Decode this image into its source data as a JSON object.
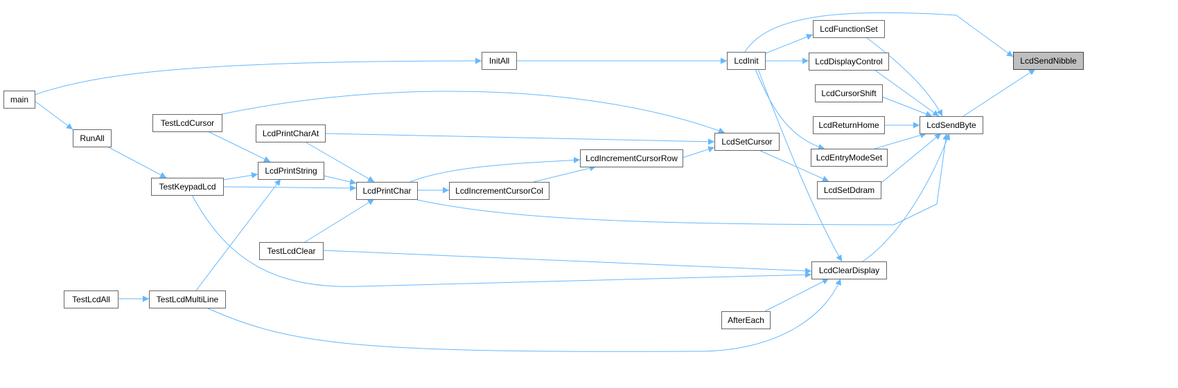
{
  "graph": {
    "root": "LcdSendNibble",
    "nodes": [
      {
        "id": "main",
        "label": "main"
      },
      {
        "id": "RunAll",
        "label": "RunAll"
      },
      {
        "id": "InitAll",
        "label": "InitAll"
      },
      {
        "id": "TestLcdCursor",
        "label": "TestLcdCursor"
      },
      {
        "id": "TestKeypadLcd",
        "label": "TestKeypadLcd"
      },
      {
        "id": "TestLcdAll",
        "label": "TestLcdAll"
      },
      {
        "id": "TestLcdMultiLine",
        "label": "TestLcdMultiLine"
      },
      {
        "id": "LcdPrintCharAt",
        "label": "LcdPrintCharAt"
      },
      {
        "id": "LcdPrintString",
        "label": "LcdPrintString"
      },
      {
        "id": "TestLcdClear",
        "label": "TestLcdClear"
      },
      {
        "id": "LcdPrintChar",
        "label": "LcdPrintChar"
      },
      {
        "id": "LcdIncrementCursorCol",
        "label": "LcdIncrementCursorCol"
      },
      {
        "id": "LcdIncrementCursorRow",
        "label": "LcdIncrementCursorRow"
      },
      {
        "id": "LcdSetCursor",
        "label": "LcdSetCursor"
      },
      {
        "id": "LcdInit",
        "label": "LcdInit"
      },
      {
        "id": "AfterEach",
        "label": "AfterEach"
      },
      {
        "id": "LcdFunctionSet",
        "label": "LcdFunctionSet"
      },
      {
        "id": "LcdDisplayControl",
        "label": "LcdDisplayControl"
      },
      {
        "id": "LcdCursorShift",
        "label": "LcdCursorShift"
      },
      {
        "id": "LcdReturnHome",
        "label": "LcdReturnHome"
      },
      {
        "id": "LcdEntryModeSet",
        "label": "LcdEntryModeSet"
      },
      {
        "id": "LcdSetDdram",
        "label": "LcdSetDdram"
      },
      {
        "id": "LcdClearDisplay",
        "label": "LcdClearDisplay"
      },
      {
        "id": "LcdSendByte",
        "label": "LcdSendByte"
      },
      {
        "id": "LcdSendNibble",
        "label": "LcdSendNibble"
      }
    ],
    "edges": [
      {
        "from": "main",
        "to": "InitAll"
      },
      {
        "from": "main",
        "to": "RunAll"
      },
      {
        "from": "RunAll",
        "to": "TestKeypadLcd"
      },
      {
        "from": "InitAll",
        "to": "LcdInit"
      },
      {
        "from": "TestLcdCursor",
        "to": "LcdSetCursor"
      },
      {
        "from": "TestLcdCursor",
        "to": "LcdPrintString"
      },
      {
        "from": "TestKeypadLcd",
        "to": "LcdPrintString"
      },
      {
        "from": "TestKeypadLcd",
        "to": "LcdPrintChar"
      },
      {
        "from": "TestKeypadLcd",
        "to": "LcdClearDisplay"
      },
      {
        "from": "TestLcdAll",
        "to": "TestLcdMultiLine"
      },
      {
        "from": "TestLcdMultiLine",
        "to": "LcdPrintString"
      },
      {
        "from": "TestLcdMultiLine",
        "to": "LcdClearDisplay"
      },
      {
        "from": "LcdPrintCharAt",
        "to": "LcdSetCursor"
      },
      {
        "from": "LcdPrintCharAt",
        "to": "LcdPrintChar"
      },
      {
        "from": "LcdPrintString",
        "to": "LcdPrintChar"
      },
      {
        "from": "TestLcdClear",
        "to": "LcdPrintChar"
      },
      {
        "from": "TestLcdClear",
        "to": "LcdClearDisplay"
      },
      {
        "from": "LcdPrintChar",
        "to": "LcdIncrementCursorCol"
      },
      {
        "from": "LcdPrintChar",
        "to": "LcdIncrementCursorRow"
      },
      {
        "from": "LcdPrintChar",
        "to": "LcdSendByte"
      },
      {
        "from": "LcdIncrementCursorCol",
        "to": "LcdIncrementCursorRow"
      },
      {
        "from": "LcdIncrementCursorRow",
        "to": "LcdSetCursor"
      },
      {
        "from": "LcdSetCursor",
        "to": "LcdSetDdram"
      },
      {
        "from": "LcdInit",
        "to": "LcdSendNibble"
      },
      {
        "from": "LcdInit",
        "to": "LcdFunctionSet"
      },
      {
        "from": "LcdInit",
        "to": "LcdDisplayControl"
      },
      {
        "from": "LcdInit",
        "to": "LcdEntryModeSet"
      },
      {
        "from": "LcdInit",
        "to": "LcdClearDisplay"
      },
      {
        "from": "AfterEach",
        "to": "LcdClearDisplay"
      },
      {
        "from": "LcdFunctionSet",
        "to": "LcdSendByte"
      },
      {
        "from": "LcdDisplayControl",
        "to": "LcdSendByte"
      },
      {
        "from": "LcdCursorShift",
        "to": "LcdSendByte"
      },
      {
        "from": "LcdReturnHome",
        "to": "LcdSendByte"
      },
      {
        "from": "LcdEntryModeSet",
        "to": "LcdSendByte"
      },
      {
        "from": "LcdSetDdram",
        "to": "LcdSendByte"
      },
      {
        "from": "LcdClearDisplay",
        "to": "LcdSendByte"
      },
      {
        "from": "LcdSendByte",
        "to": "LcdSendNibble"
      }
    ]
  },
  "colors": {
    "edge": "#63b8ff",
    "node_border": "#666666",
    "node_fill": "#ffffff",
    "root_fill": "#bfbfbf"
  }
}
